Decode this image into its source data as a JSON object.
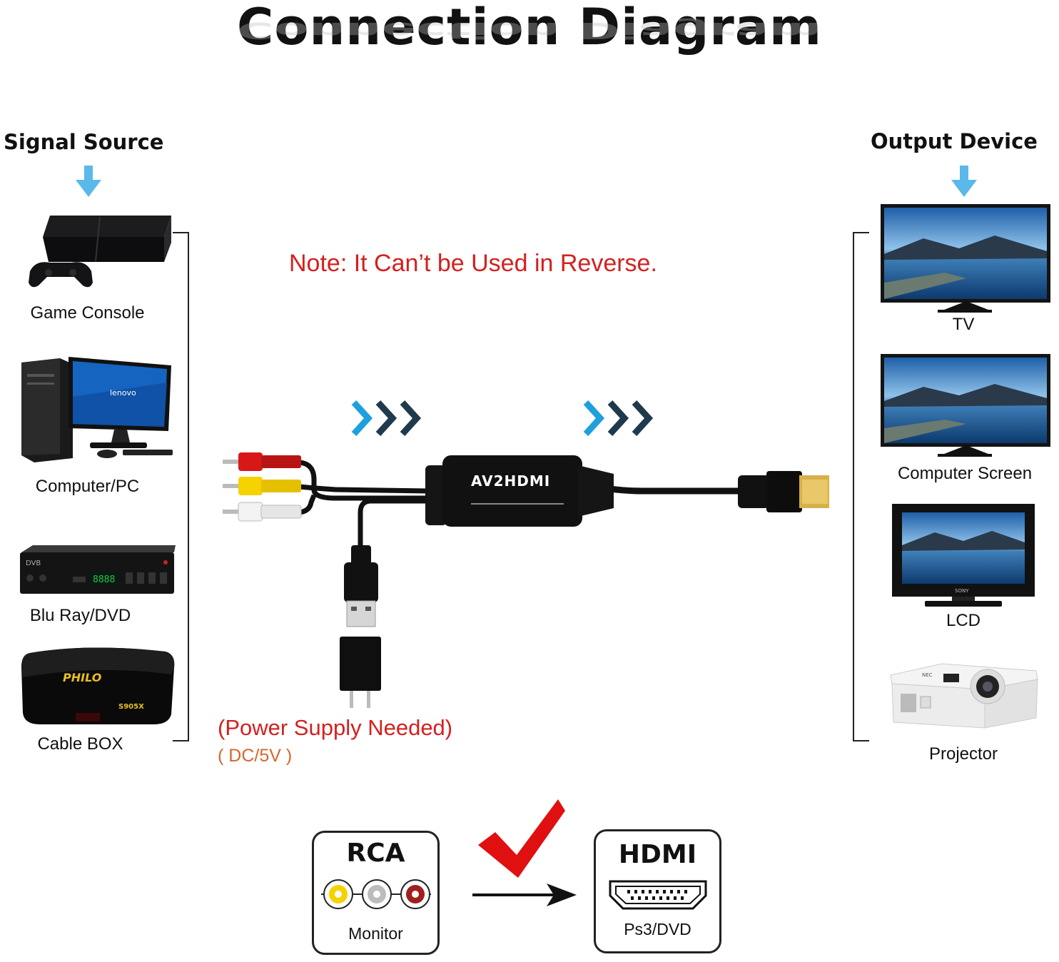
{
  "title": "Connection Diagram",
  "signal_source": {
    "heading": "Signal Source",
    "devices": [
      {
        "label": "Game Console",
        "icon": "game-console-icon"
      },
      {
        "label": "Computer/PC",
        "icon": "desktop-pc-icon"
      },
      {
        "label": "Blu Ray/DVD",
        "icon": "dvd-player-icon"
      },
      {
        "label": "Cable BOX",
        "icon": "cable-box-icon"
      }
    ]
  },
  "output_device": {
    "heading": "Output Device",
    "devices": [
      {
        "label": "TV",
        "icon": "tv-icon"
      },
      {
        "label": "Computer Screen",
        "icon": "computer-screen-icon"
      },
      {
        "label": "LCD",
        "icon": "lcd-monitor-icon"
      },
      {
        "label": "Projector",
        "icon": "projector-icon"
      }
    ]
  },
  "note": "Note: It Can’t be Used in Reverse.",
  "adapter_label": "AV2HDMI",
  "power": {
    "label": "(Power Supply Needed)",
    "spec": "( DC/5V )"
  },
  "cable_box_brand": "PHILO",
  "cable_box_model": "S905X",
  "pc_brand": "lenovo",
  "lcd_brand": "SONY",
  "dvd_display": "8888",
  "bottom": {
    "rca": {
      "title": "RCA",
      "subtitle": "Monitor"
    },
    "hdmi": {
      "title": "HDMI",
      "subtitle": "Ps3/DVD"
    }
  },
  "colors": {
    "note_red": "#d42020",
    "arrow_blue": "#1ea0dc",
    "arrow_dark": "#1f3a4c",
    "check_red": "#e01010",
    "rca_red": "#d81818",
    "rca_yellow": "#f5d200",
    "rca_white": "#f2f2f2"
  }
}
